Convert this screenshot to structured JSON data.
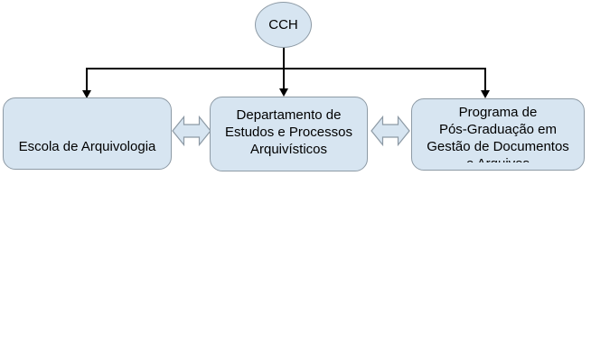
{
  "diagram": {
    "root_label": "CCH",
    "boxes": [
      {
        "lines": [
          "Escola de Arquivologia"
        ]
      },
      {
        "lines": [
          "Departamento de",
          "Estudos e Processos",
          "Arquivísticos"
        ]
      },
      {
        "lines": [
          "Programa de",
          "Pós-Graduação em",
          "Gestão de Documentos",
          "e Arquivos"
        ]
      }
    ],
    "colors": {
      "shape_fill": "#d7e5f1",
      "shape_border": "#8d9aa5",
      "connector": "#000000",
      "text": "#000000",
      "background": "#ffffff"
    },
    "icons": {
      "between_boxes": "left-right-double-arrow"
    }
  }
}
